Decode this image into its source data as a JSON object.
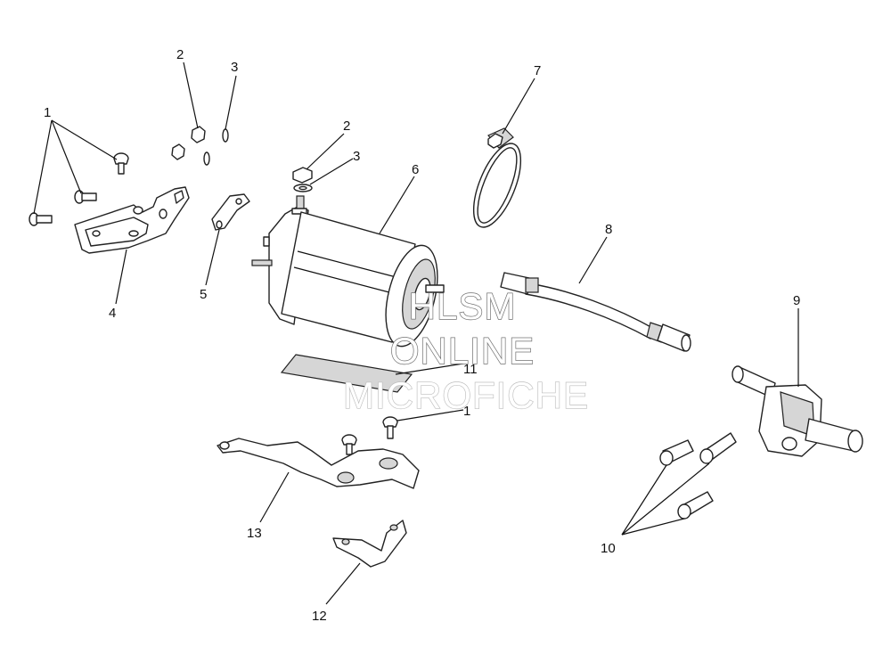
{
  "callouts": [
    "1",
    "2",
    "3",
    "4",
    "5",
    "6",
    "7",
    "8",
    "9",
    "10",
    "11",
    "12",
    "13"
  ],
  "watermark": {
    "line1": "HLSM",
    "line2": "ONLINE",
    "line3": "MICROFICHE"
  }
}
